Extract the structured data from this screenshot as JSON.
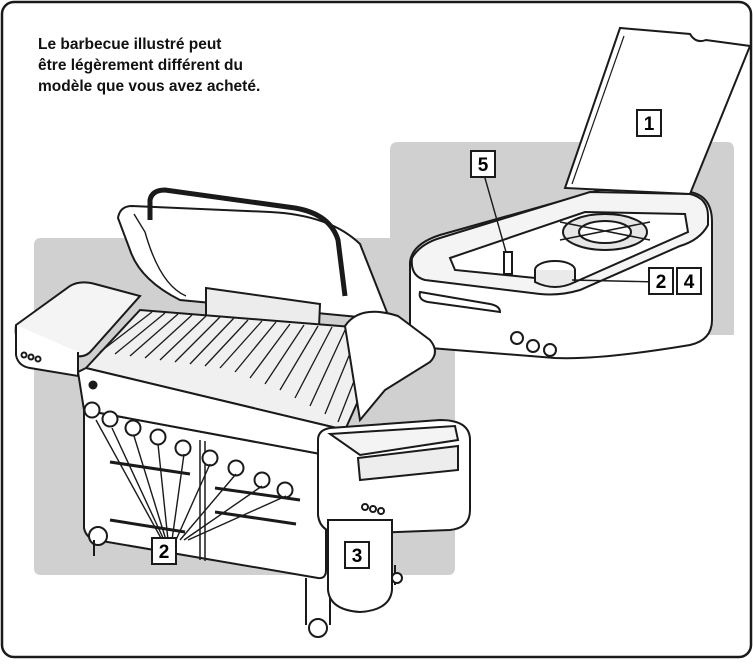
{
  "caption": {
    "lines": [
      "Le barbecue illustré peut",
      "être légèrement différent du",
      "modèle que vous avez acheté."
    ]
  },
  "callouts": {
    "one": "1",
    "two_burner": "2",
    "four": "4",
    "two_knobs": "2",
    "three": "3",
    "five": "5"
  },
  "colors": {
    "panel": "#d0d0d0",
    "stroke": "#1a1a1a",
    "label_bg": "#ffffff"
  }
}
